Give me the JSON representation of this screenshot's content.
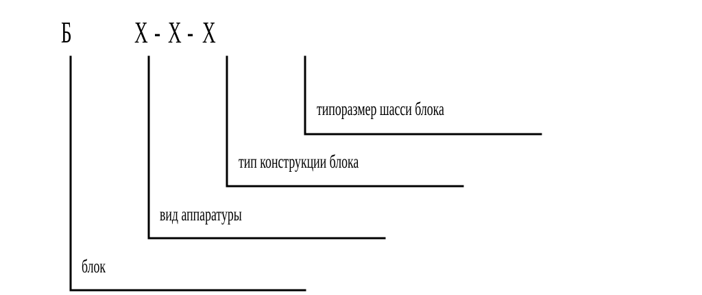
{
  "code": {
    "prefix": "Б",
    "part1": "X",
    "sep1": "-",
    "part2": "X",
    "sep2": "-",
    "part3": "X"
  },
  "labels": {
    "chassis_size": "типоразмер шасси блока",
    "design_type": "тип конструкции блока",
    "equipment_type": "вид аппаратуры",
    "block": "блок"
  },
  "colors": {
    "line": "#000000",
    "text": "#000000",
    "background": "#ffffff"
  }
}
